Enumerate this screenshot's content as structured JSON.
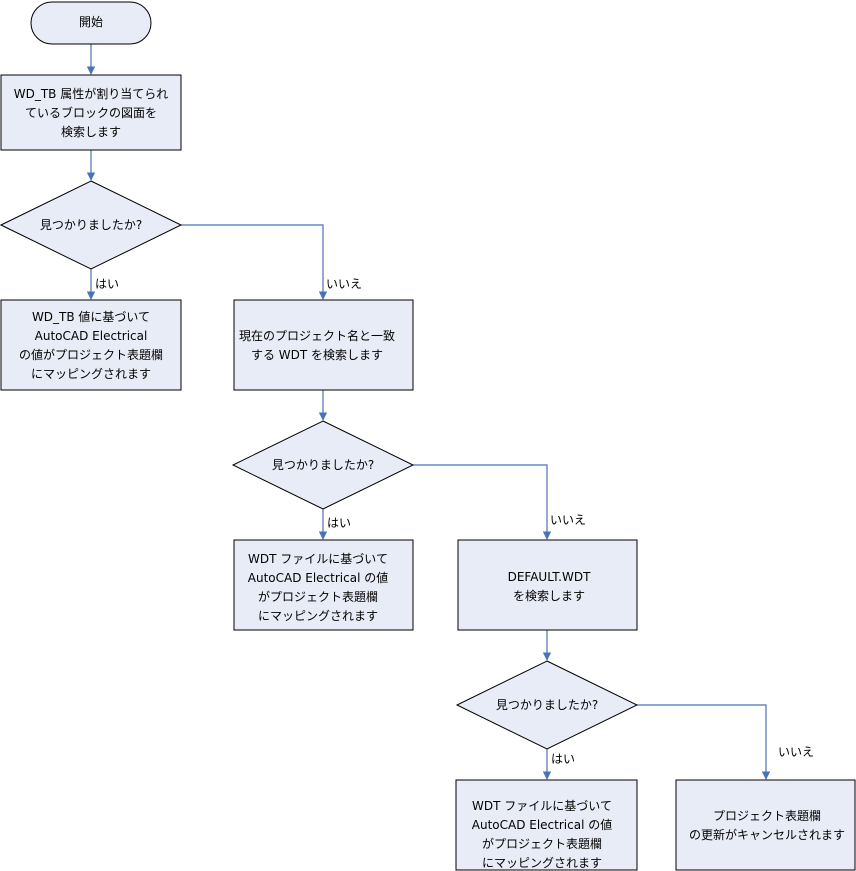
{
  "colors": {
    "node_fill": "#e8ecf6",
    "node_stroke": "#000000",
    "arrow": "#4a72b8",
    "text": "#000000"
  },
  "nodes": {
    "start": {
      "lines": [
        "開始"
      ]
    },
    "search_wdtb": {
      "lines": [
        "WD_TB 属性が割り当てられ",
        "ているブロックの図面を",
        "検索します"
      ]
    },
    "decision1": {
      "lines": [
        "見つかりましたか?"
      ]
    },
    "map_wdtb": {
      "lines": [
        "WD_TB 値に基づいて",
        "AutoCAD Electrical",
        "の値がプロジェクト表題欄",
        "にマッピングされます"
      ]
    },
    "search_project_wdt": {
      "lines": [
        "現在のプロジェクト名と一致",
        "する WDT を検索します"
      ]
    },
    "decision2": {
      "lines": [
        "見つかりましたか?"
      ]
    },
    "map_wdt1": {
      "lines": [
        "WDT ファイルに基づいて",
        "AutoCAD Electrical の値",
        "がプロジェクト表題欄",
        "にマッピングされます"
      ]
    },
    "search_default": {
      "lines": [
        "DEFAULT.WDT",
        "を検索します"
      ]
    },
    "decision3": {
      "lines": [
        "見つかりましたか?"
      ]
    },
    "map_wdt2": {
      "lines": [
        "WDT ファイルに基づいて",
        "AutoCAD Electrical の値",
        "がプロジェクト表題欄",
        "にマッピングされます"
      ]
    },
    "cancel": {
      "lines": [
        "プロジェクト表題欄",
        "の更新がキャンセルされます"
      ]
    }
  },
  "edge_labels": {
    "d1_yes": "はい",
    "d1_no": "いいえ",
    "d2_yes": "はい",
    "d2_no": "いいえ",
    "d3_yes": "はい",
    "d3_no": "いいえ"
  }
}
